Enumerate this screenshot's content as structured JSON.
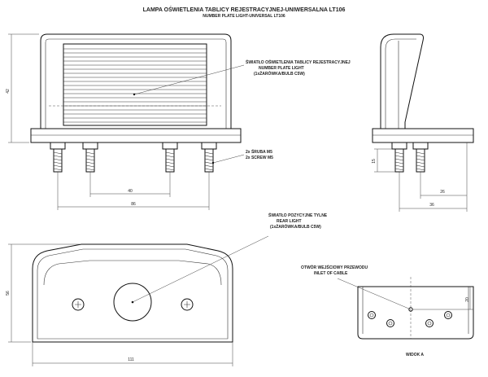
{
  "title": {
    "main": "LAMPA OŚWIETLENIA TABLICY REJESTRACYJNEJ-UNIWERSALNA LT106",
    "sub": "NUMBER PLATE LIGHT-UNIVERSAL LT106"
  },
  "callouts": {
    "plate_light": {
      "line1": "ŚWIATŁO OŚWIETLENIA TABLICY REJESTRACYJNEJ",
      "line2": "NUMBER PLATE LIGHT",
      "line3": "(1xŻARÓWKA/BULB C5W)"
    },
    "screws": {
      "line1": "2x ŚRUBA M5",
      "line2": "2x SCREW M5"
    },
    "rear_light": {
      "line1": "ŚWIATŁO POZYCYJNE TYLNE",
      "line2": "REAR LIGHT",
      "line3": "(1xŻARÓWKA/BULB C5W)"
    },
    "cable": {
      "line1": "OTWÓR WEJŚCIOWY PRZEWODU",
      "line2": "INLET OF CABLE"
    }
  },
  "dimensions": {
    "front_height": "42",
    "front_bolt_spacing": "40",
    "front_overall_bolts": "86",
    "side_bolt_length": "15",
    "side_small": "26",
    "side_large": "36",
    "bottom_height": "56",
    "bottom_width": "111",
    "view_a_offset": "20"
  },
  "view_label": "WIDOK A"
}
